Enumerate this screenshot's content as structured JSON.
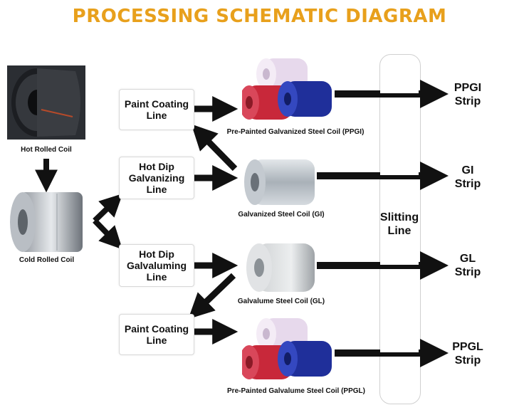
{
  "title": "PROCESSING SCHEMATIC DIAGRAM",
  "colors": {
    "title": "#E8A01C",
    "arrow": "#111111"
  },
  "captions": {
    "hot_rolled": "Hot Rolled Coil",
    "cold_rolled": "Cold Rolled Coil",
    "ppgi": "Pre-Painted Galvanized Steel Coil (PPGI)",
    "gi": "Galvanized Steel Coil (GI)",
    "gl": "Galvalume Steel Coil (GL)",
    "ppgl": "Pre-Painted Galvalume Steel Coil (PPGL)"
  },
  "boxes": {
    "paint_top": [
      "Paint Coating",
      "Line"
    ],
    "hot_dip_galv": [
      "Hot Dip",
      "Galvanizing",
      "Line"
    ],
    "hot_dip_galvalume": [
      "Hot Dip",
      "Galvaluming",
      "Line"
    ],
    "paint_bottom": [
      "Paint Coating",
      "Line"
    ]
  },
  "slitting": [
    "Slitting",
    "Line"
  ],
  "outputs": {
    "ppgi": [
      "PPGI",
      "Strip"
    ],
    "gi": [
      "GI",
      "Strip"
    ],
    "gl": [
      "GL",
      "Strip"
    ],
    "ppgl": [
      "PPGL",
      "Strip"
    ]
  }
}
